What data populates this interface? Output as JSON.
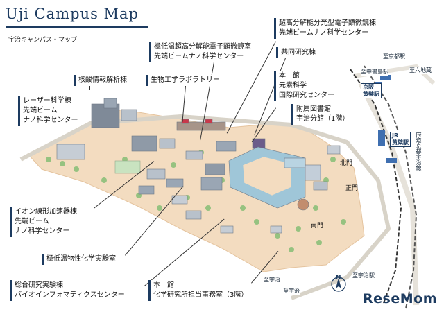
{
  "title": "Uji Campus Map",
  "subtitle": "宇治キャンパス・マップ",
  "labels": {
    "super_hr": [
      "超高分解能分光型電子顕微鏡棟",
      "先端ビームナノ科学センター"
    ],
    "low_temp_hr": [
      "極低温超高分解能電子顕微鏡室",
      "先端ビームナノ科学センター"
    ],
    "joint_lab": [
      "共同研究棟"
    ],
    "nucleic": [
      "核酸情報解析棟"
    ],
    "biotech": [
      "生物工学ラボラトリー"
    ],
    "laser": [
      "レーザー科学棟",
      "先端ビーム",
      "ナノ科学センター"
    ],
    "honkan_main": [
      "本　館",
      "元素科学",
      "国際研究センター"
    ],
    "library": [
      "附属図書館",
      "宇治分館（1階）"
    ],
    "ion": [
      "イオン線形加速器棟",
      "先端ビーム",
      "ナノ科学センター"
    ],
    "low_temp_chem": [
      "極低温物性化学実験室"
    ],
    "research_exp": [
      "総合研究実験棟",
      "バイオインフォマティクスセンター"
    ],
    "honkan_office": [
      "本　館",
      "化学研究所担当事務室（3階）"
    ]
  },
  "stations": {
    "kyoto": "至京都駅",
    "nakashojima": "至中書島駅",
    "keihan_obaku": "京阪\n黄檗駅",
    "rokujizo": "至六地蔵",
    "jr_obaku": "JR\n黄檗駅",
    "uji_1": "至宇治",
    "uji_2": "至宇治",
    "uji_3": "至宇治駅"
  },
  "gates": {
    "north": "北門",
    "main": "正門",
    "south": "南門"
  },
  "roads": {
    "route": "府道京都宇治線"
  },
  "compass": "N",
  "brand": "ReseMom",
  "colors": {
    "accent": "#1d3b60",
    "ground": "#f3dcc0",
    "building": "#9aa6b4",
    "trees": "#8cc07a"
  }
}
